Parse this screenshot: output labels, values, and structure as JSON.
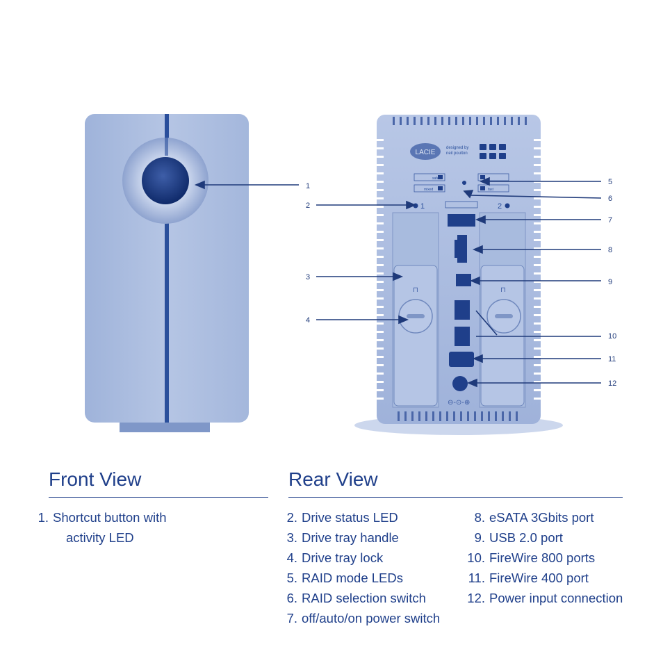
{
  "front": {
    "heading": "Front View",
    "items": [
      {
        "num": "1.",
        "label": "Shortcut button with",
        "label2": "activity LED"
      }
    ]
  },
  "rear": {
    "heading": "Rear View",
    "col1": [
      {
        "num": "2.",
        "label": "Drive status LED"
      },
      {
        "num": "3.",
        "label": "Drive tray handle"
      },
      {
        "num": "4.",
        "label": "Drive tray lock"
      },
      {
        "num": "5.",
        "label": "RAID mode LEDs"
      },
      {
        "num": "6.",
        "label": "RAID selection switch"
      },
      {
        "num": "7.",
        "label": "off/auto/on power switch"
      }
    ],
    "col2": [
      {
        "num": "8.",
        "label": "eSATA 3Gbits port"
      },
      {
        "num": "9.",
        "label": "USB 2.0 port"
      },
      {
        "num": "10.",
        "label": "FireWire 800 ports"
      },
      {
        "num": "11.",
        "label": "FireWire 400 port"
      },
      {
        "num": "12.",
        "label": "Power input connection"
      }
    ]
  },
  "callouts": [
    "1",
    "2",
    "3",
    "4",
    "5",
    "6",
    "7",
    "8",
    "9",
    "10",
    "11",
    "12"
  ],
  "device": {
    "logo": "LACIE",
    "designer_text": "designed by neil poulton",
    "raid_labels": [
      "safe",
      "mixed",
      "fast"
    ],
    "drive_labels": [
      "1",
      "2"
    ]
  },
  "colors": {
    "ink": "#1f3a7a",
    "body": "#a9bbdd",
    "body_dark": "#8ea4cf"
  }
}
